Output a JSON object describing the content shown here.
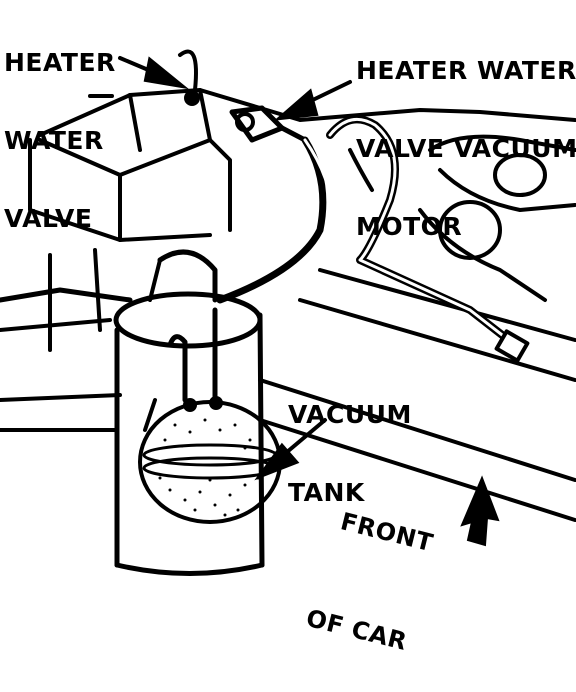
{
  "labels": {
    "heater_water_valve": [
      "HEATER",
      "WATER",
      "VALVE"
    ],
    "vacuum_motor": [
      "HEATER WATER",
      "VALVE VACUUM",
      "MOTOR"
    ],
    "vacuum_tank": [
      "VACUUM",
      "TANK"
    ],
    "front_of_car": [
      "FRONT",
      "OF CAR"
    ]
  },
  "colors": {
    "ink": "#000000",
    "paper": "#ffffff"
  }
}
